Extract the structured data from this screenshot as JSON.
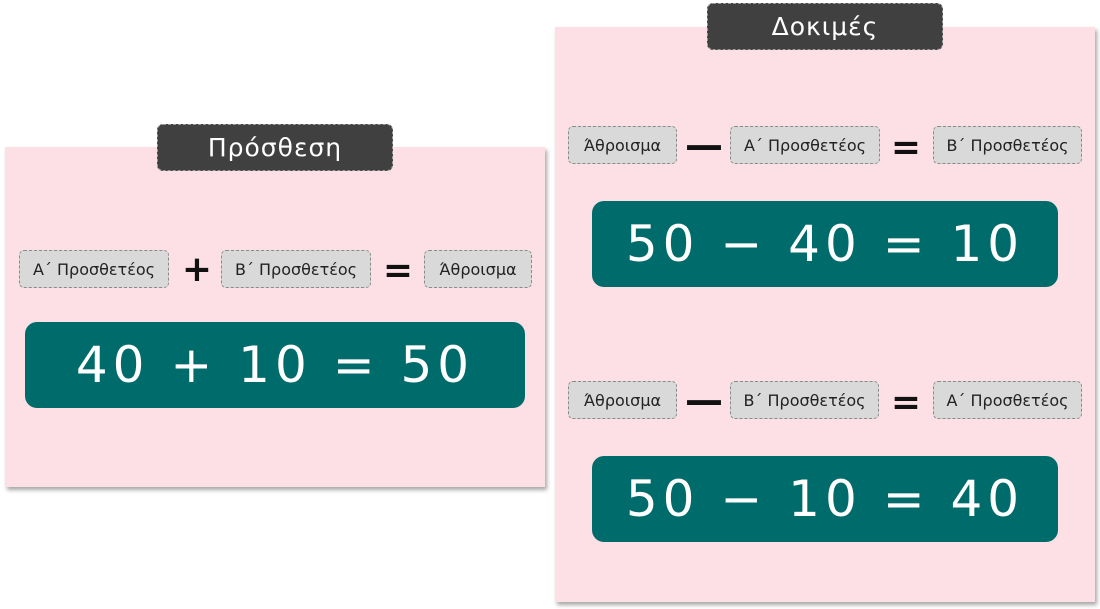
{
  "addition": {
    "title": "Πρόσθεση",
    "formula": {
      "term1": "Α΄ Προσθετέος",
      "op": "+",
      "term2": "Β΄ Προσθετέος",
      "eq": "=",
      "result": "Άθροισμα"
    },
    "equation": "40 + 10 = 50"
  },
  "checks": {
    "title": "Δοκιμές",
    "check1": {
      "term1": "Άθροισμα",
      "op": "—",
      "term2": "Α΄ Προσθετέος",
      "eq": "=",
      "result": "Β΄ Προσθετέος",
      "equation": "50 − 40 = 10"
    },
    "check2": {
      "term1": "Άθροισμα",
      "op": "—",
      "term2": "Β΄ Προσθετέος",
      "eq": "=",
      "result": "Α΄ Προσθετέος",
      "equation": "50 − 10 = 40"
    }
  },
  "colors": {
    "panel": "#fde0e5",
    "title_bg": "#404040",
    "tag_bg": "#d9d9d9",
    "equation_bg": "#006b6b"
  }
}
